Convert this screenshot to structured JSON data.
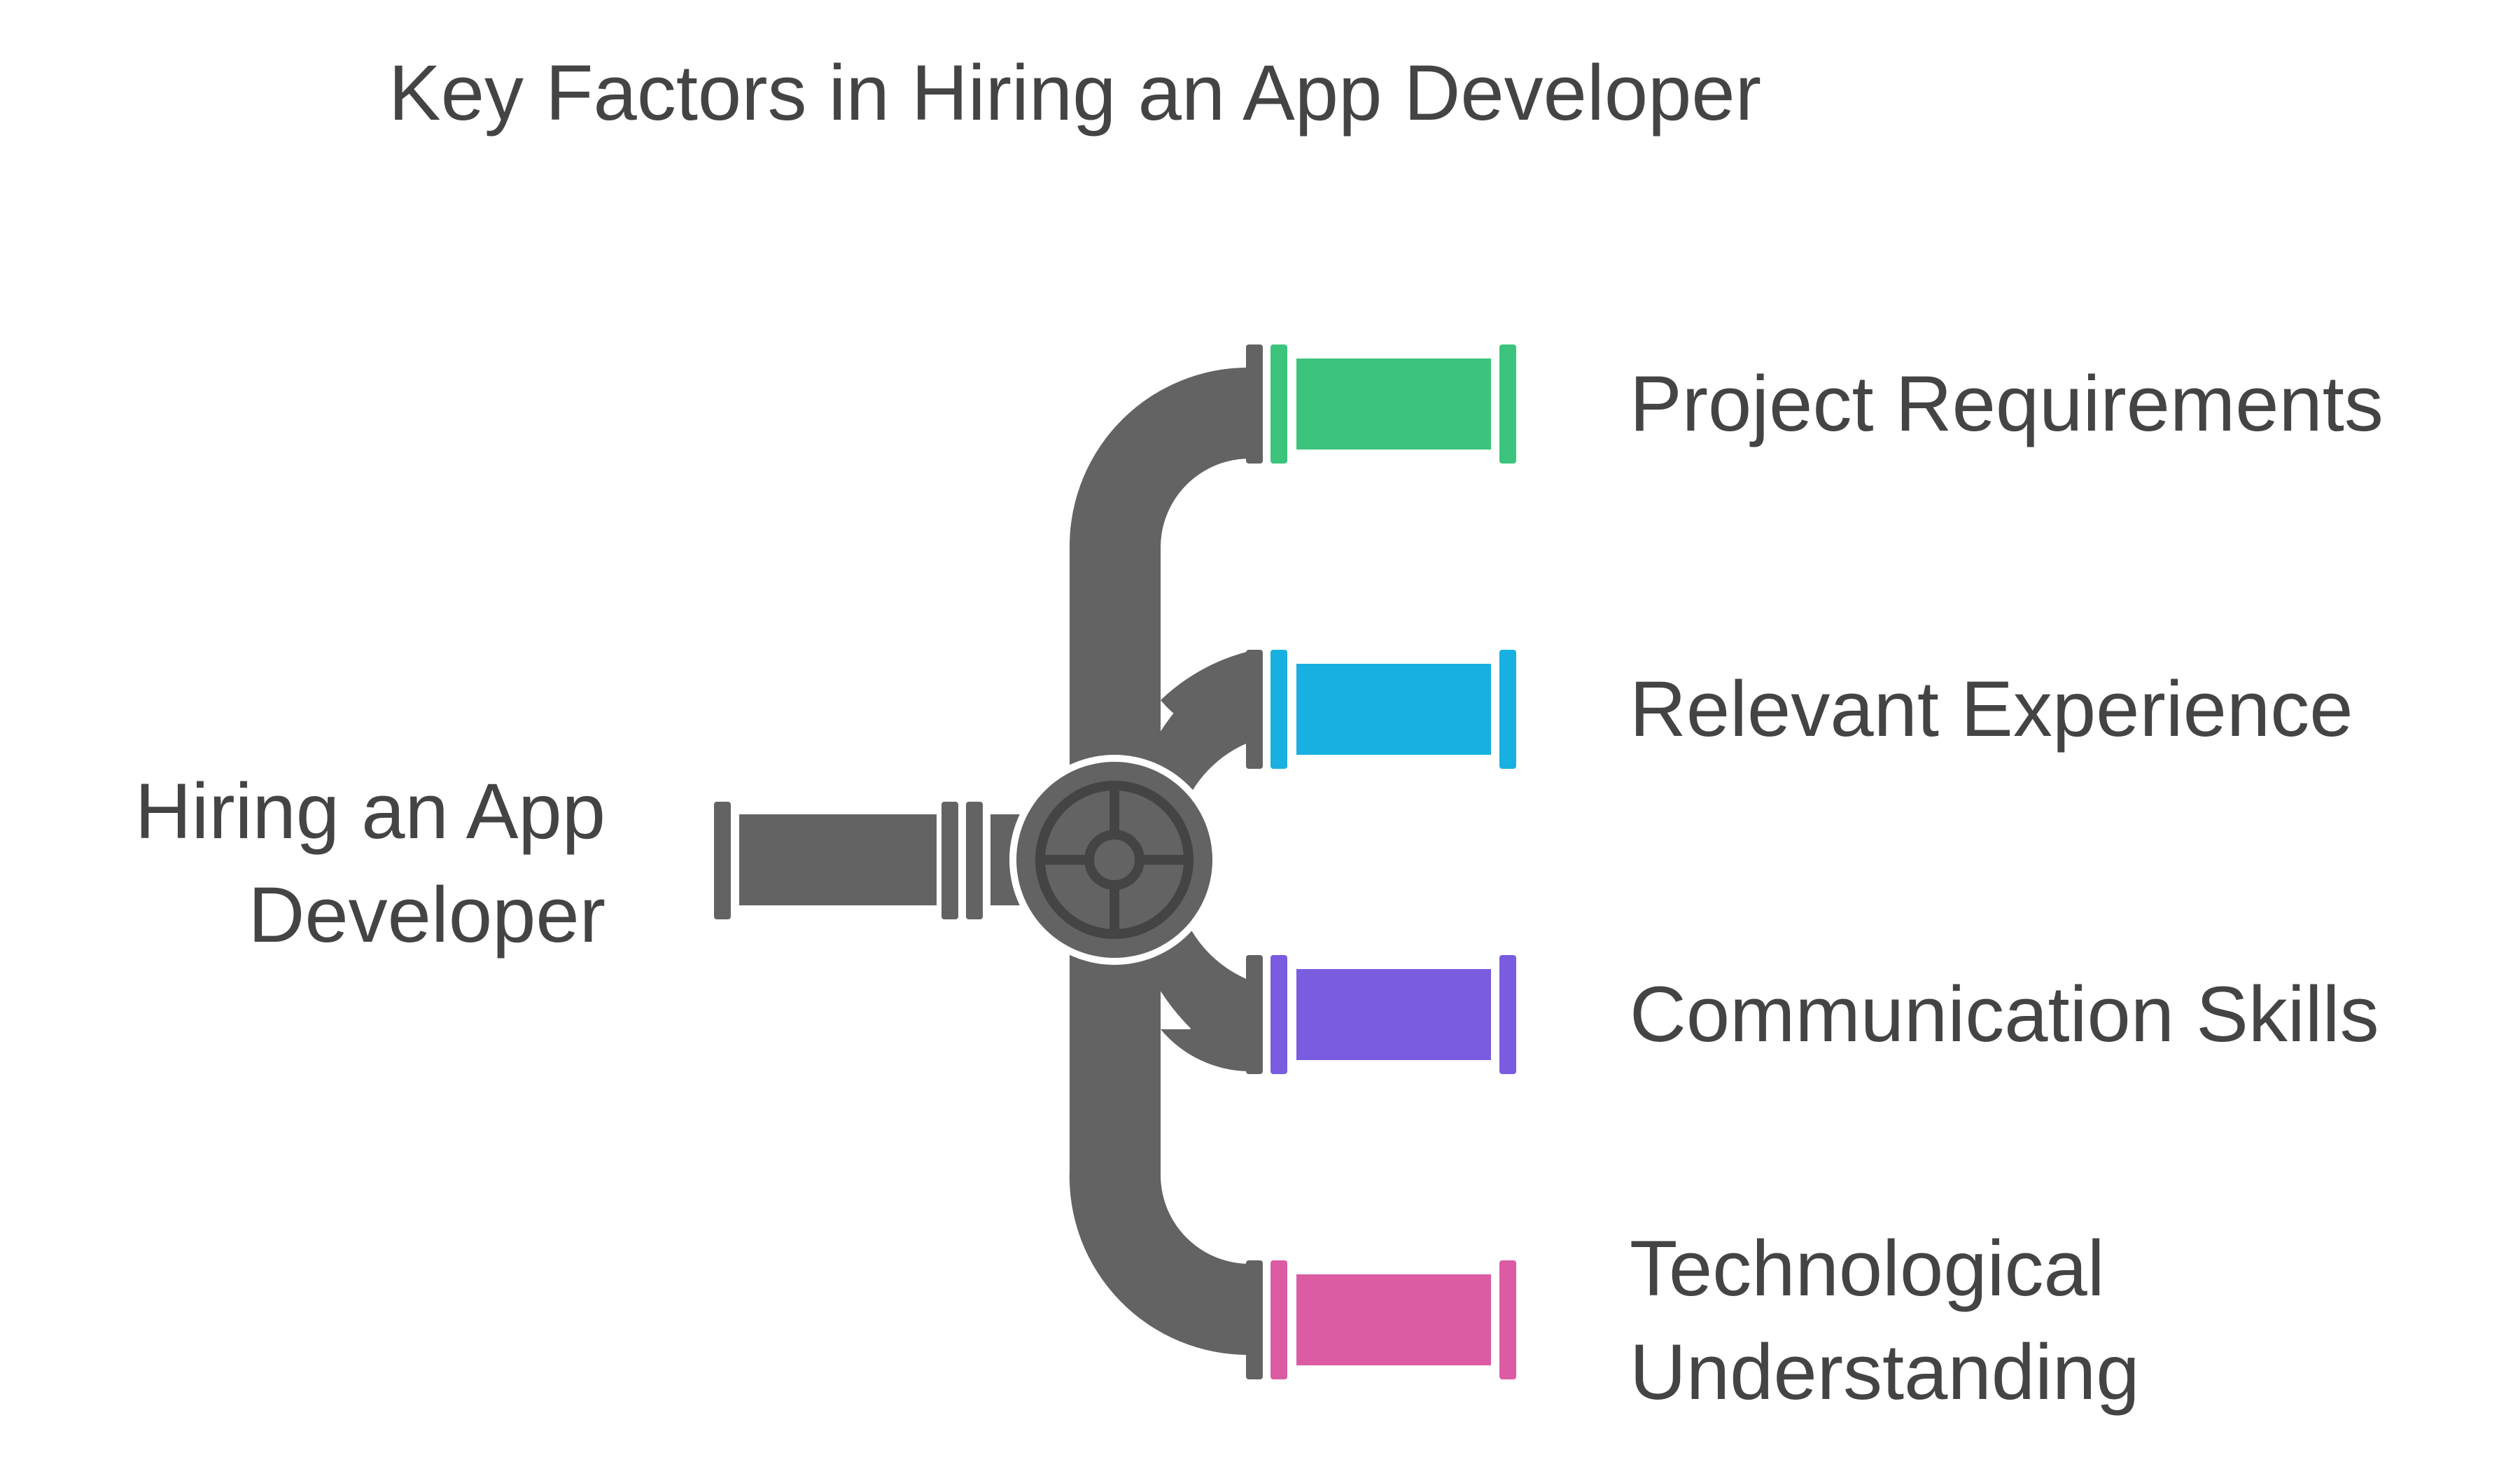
{
  "title": "Key Factors in Hiring an App Developer",
  "source": {
    "line1": "Hiring an App",
    "line2": "Developer"
  },
  "branches": [
    {
      "line1": "Project Requirements",
      "line2": "",
      "color": "#3cc47c"
    },
    {
      "line1": "Relevant Experience",
      "line2": "",
      "color": "#18b0e0"
    },
    {
      "line1": "Communication Skills",
      "line2": "",
      "color": "#7a5ce0"
    },
    {
      "line1": "Technological",
      "line2": "Understanding",
      "color": "#dc5ca4"
    }
  ],
  "colors": {
    "pipe": "#636363",
    "valve_ring": "#444444",
    "text": "#444444"
  },
  "icons": {
    "hub": "valve-wheel-icon"
  }
}
